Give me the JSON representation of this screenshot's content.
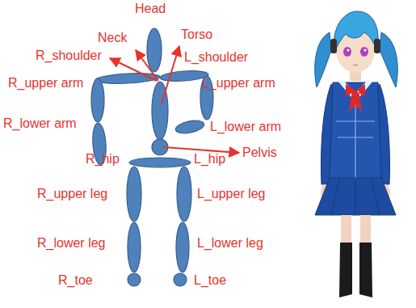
{
  "diagram": {
    "labels": [
      "Head",
      "Neck",
      "Torso",
      "R_shoulder",
      "L_shoulder",
      "R_upper arm",
      "L_upper arm",
      "R_lower arm",
      "L_lower arm",
      "R_hip",
      "L_hip",
      "Pelvis",
      "R_upper leg",
      "L_upper leg",
      "R_lower leg",
      "L_lower leg",
      "R_toe",
      "L_toe"
    ]
  }
}
